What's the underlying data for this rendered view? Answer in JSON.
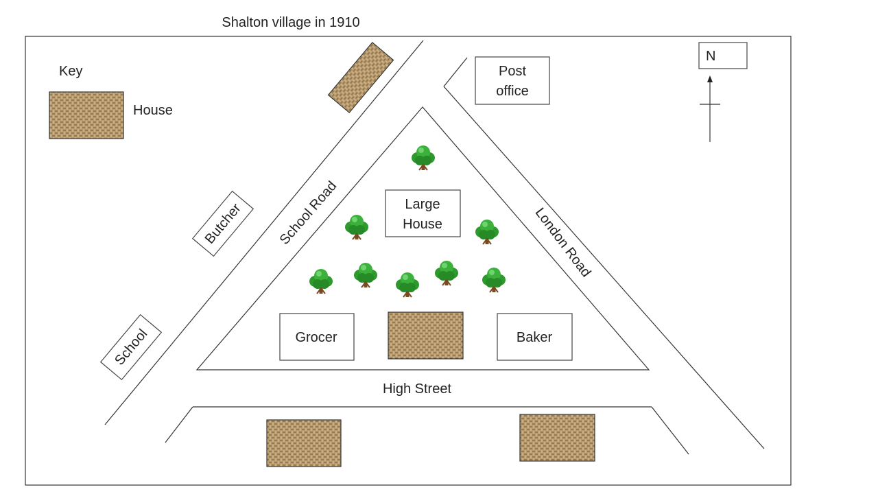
{
  "title": "Shalton village in 1910",
  "key": {
    "heading": "Key",
    "house_label": "House"
  },
  "compass": {
    "label": "N"
  },
  "roads": {
    "school_road": "School Road",
    "london_road": "London Road",
    "high_street": "High Street"
  },
  "buildings": {
    "post_office_line1": "Post",
    "post_office_line2": "office",
    "large_house_line1": "Large",
    "large_house_line2": "House",
    "butcher": "Butcher",
    "school": "School",
    "grocer": "Grocer",
    "baker": "Baker"
  },
  "colors": {
    "house_fill": "#b79a6e",
    "house_weave": "#8c6f45",
    "tree_foliage": "#2e9a2e",
    "tree_trunk": "#7a4a22"
  },
  "icons": {
    "house": "house-icon",
    "tree": "tree-icon",
    "north_arrow": "north-arrow-icon"
  }
}
